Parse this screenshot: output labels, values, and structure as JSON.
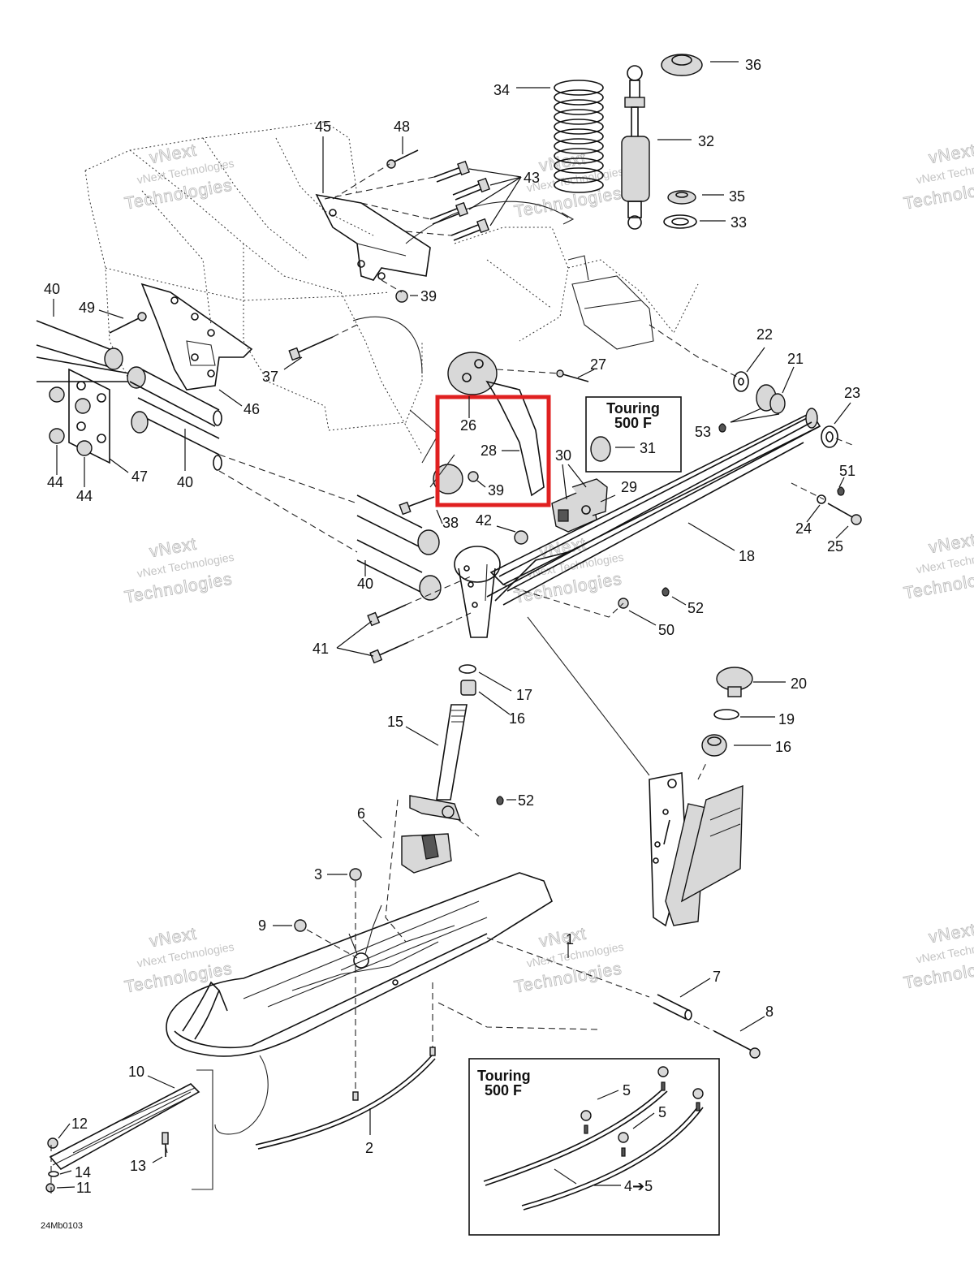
{
  "diagram": {
    "drawing_code": "24Mb0103",
    "watermark_line1": "vNext",
    "watermark_line2": "vNext Technologies",
    "watermark_line3": "Technologies",
    "inset_boxes": [
      {
        "title_line1": "Touring",
        "title_line2": "500 F"
      },
      {
        "title_line1": "Touring",
        "title_line2": "500 F"
      }
    ],
    "highlight_color": "#e02020",
    "callouts": [
      {
        "id": "c36",
        "label": "36"
      },
      {
        "id": "c34",
        "label": "34"
      },
      {
        "id": "c32",
        "label": "32"
      },
      {
        "id": "c35",
        "label": "35"
      },
      {
        "id": "c33",
        "label": "33"
      },
      {
        "id": "c45",
        "label": "45"
      },
      {
        "id": "c48",
        "label": "48"
      },
      {
        "id": "c43",
        "label": "43"
      },
      {
        "id": "c39a",
        "label": "39"
      },
      {
        "id": "c40a",
        "label": "40"
      },
      {
        "id": "c49",
        "label": "49"
      },
      {
        "id": "c37",
        "label": "37"
      },
      {
        "id": "c46",
        "label": "46"
      },
      {
        "id": "c44a",
        "label": "44"
      },
      {
        "id": "c44b",
        "label": "44"
      },
      {
        "id": "c47",
        "label": "47"
      },
      {
        "id": "c40b",
        "label": "40"
      },
      {
        "id": "c22",
        "label": "22"
      },
      {
        "id": "c21",
        "label": "21"
      },
      {
        "id": "c23",
        "label": "23"
      },
      {
        "id": "c27",
        "label": "27"
      },
      {
        "id": "c26",
        "label": "26"
      },
      {
        "id": "c28",
        "label": "28"
      },
      {
        "id": "c39b",
        "label": "39"
      },
      {
        "id": "c31",
        "label": "31"
      },
      {
        "id": "c53",
        "label": "53"
      },
      {
        "id": "c30",
        "label": "30"
      },
      {
        "id": "c29",
        "label": "29"
      },
      {
        "id": "c51",
        "label": "51"
      },
      {
        "id": "c24",
        "label": "24"
      },
      {
        "id": "c25",
        "label": "25"
      },
      {
        "id": "c38",
        "label": "38"
      },
      {
        "id": "c42",
        "label": "42"
      },
      {
        "id": "c18",
        "label": "18"
      },
      {
        "id": "c40c",
        "label": "40"
      },
      {
        "id": "c52a",
        "label": "52"
      },
      {
        "id": "c50",
        "label": "50"
      },
      {
        "id": "c41",
        "label": "41"
      },
      {
        "id": "c17",
        "label": "17"
      },
      {
        "id": "c16a",
        "label": "16"
      },
      {
        "id": "c20",
        "label": "20"
      },
      {
        "id": "c19",
        "label": "19"
      },
      {
        "id": "c16b",
        "label": "16"
      },
      {
        "id": "c15",
        "label": "15"
      },
      {
        "id": "c52b",
        "label": "52"
      },
      {
        "id": "c6",
        "label": "6"
      },
      {
        "id": "c3",
        "label": "3"
      },
      {
        "id": "c9",
        "label": "9"
      },
      {
        "id": "c1",
        "label": "1"
      },
      {
        "id": "c7",
        "label": "7"
      },
      {
        "id": "c8",
        "label": "8"
      },
      {
        "id": "c10",
        "label": "10"
      },
      {
        "id": "c12",
        "label": "12"
      },
      {
        "id": "c13",
        "label": "13"
      },
      {
        "id": "c14",
        "label": "14"
      },
      {
        "id": "c11",
        "label": "11"
      },
      {
        "id": "c2",
        "label": "2"
      },
      {
        "id": "c5a",
        "label": "5"
      },
      {
        "id": "c5b",
        "label": "5"
      },
      {
        "id": "c45to5",
        "label": "4➔5"
      }
    ]
  }
}
